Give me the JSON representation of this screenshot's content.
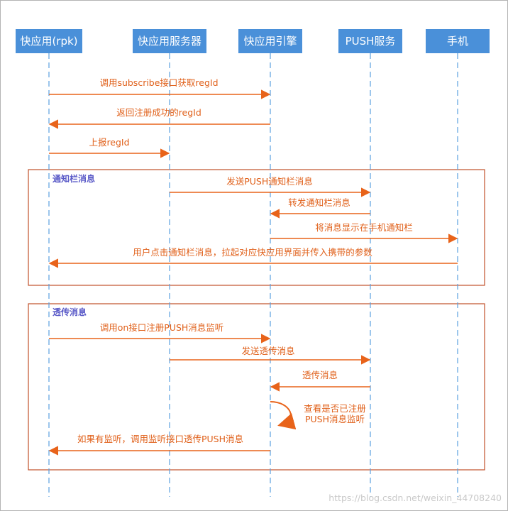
{
  "colors": {
    "participant_fill": "#4a90d9",
    "lifeline": "#5aa0e0",
    "arrow": "#e8631a",
    "message_text": "#e0601a",
    "frame_border": "#c0502a",
    "frame_title": "#5b5bc8"
  },
  "participants": [
    {
      "id": "app",
      "label": "快应用(rpk)"
    },
    {
      "id": "server",
      "label": "快应用服务器"
    },
    {
      "id": "engine",
      "label": "快应用引擎"
    },
    {
      "id": "push",
      "label": "PUSH服务"
    },
    {
      "id": "phone",
      "label": "手机"
    }
  ],
  "frames": [
    {
      "id": "notification",
      "title": "通知栏消息"
    },
    {
      "id": "passthrough",
      "title": "透传消息"
    }
  ],
  "messages": [
    {
      "from": "app",
      "to": "engine",
      "label": "调用subscribe接口获取regId"
    },
    {
      "from": "engine",
      "to": "app",
      "label": "返回注册成功的regId"
    },
    {
      "from": "app",
      "to": "server",
      "label": "上报regId"
    },
    {
      "from": "server",
      "to": "push",
      "label": "发送PUSH通知栏消息"
    },
    {
      "from": "push",
      "to": "engine",
      "label": "转发通知栏消息"
    },
    {
      "from": "engine",
      "to": "phone",
      "label": "将消息显示在手机通知栏"
    },
    {
      "from": "phone",
      "to": "app",
      "label": "用户点击通知栏消息，拉起对应快应用界面并传入携带的参数"
    },
    {
      "from": "app",
      "to": "engine",
      "label": "调用on接口注册PUSH消息监听"
    },
    {
      "from": "server",
      "to": "push",
      "label": "发送透传消息"
    },
    {
      "from": "push",
      "to": "engine",
      "label": "透传消息"
    },
    {
      "from": "engine",
      "to": "engine",
      "label": [
        "查看是否已注册",
        "PUSH消息监听"
      ]
    },
    {
      "from": "engine",
      "to": "app",
      "label": "如果有监听，调用监听接口透传PUSH消息"
    }
  ],
  "watermark": "https://blog.csdn.net/weixin_44708240"
}
